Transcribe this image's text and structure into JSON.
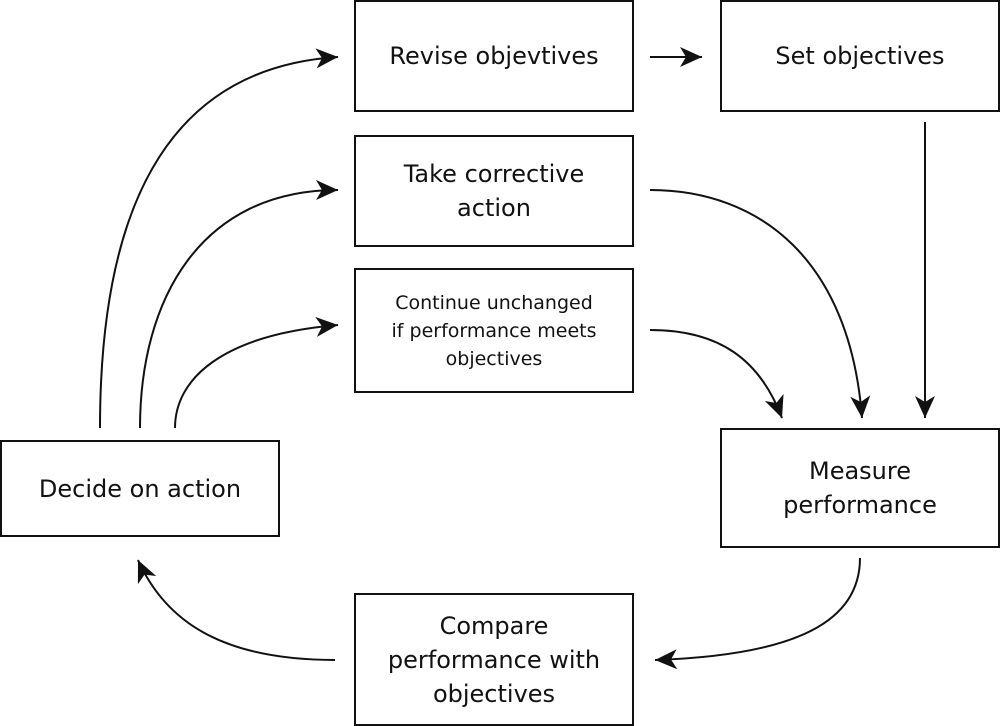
{
  "diagram": {
    "nodes": {
      "revise": "Revise objevtives",
      "set": "Set objectives",
      "corrective": "Take corrective\naction",
      "continue": "Continue unchanged\nif performance meets\nobjectives",
      "decide": "Decide on action",
      "measure": "Measure\nperformance",
      "compare": "Compare\nperformance with\nobjectives"
    },
    "colors": {
      "line": "#111111",
      "box_fill": "#ffffff",
      "background": "#ffffff"
    }
  }
}
